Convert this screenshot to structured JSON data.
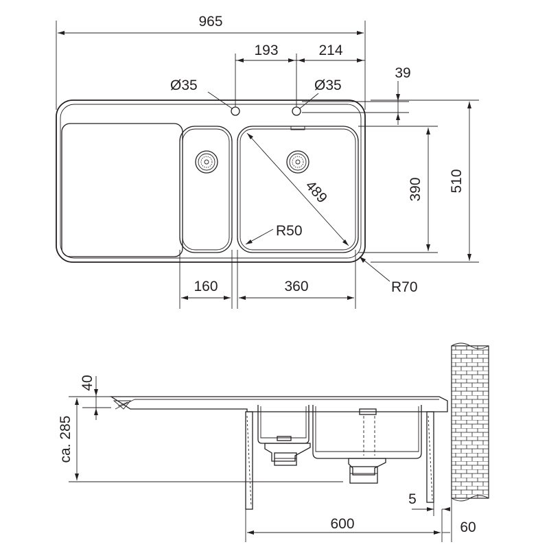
{
  "top_view": {
    "overall_width": "965",
    "tap_hole_left_offset": "193",
    "tap_hole_right_offset": "214",
    "tap_hole_left_diameter": "Ø35",
    "tap_hole_right_diameter": "Ø35",
    "tap_hole_depth": "39",
    "bowl_depth": "390",
    "overall_depth": "510",
    "bowl_diagonal": "489",
    "bowl_corner_radius": "R50",
    "outer_corner_radius": "R70",
    "small_bowl_width": "160",
    "large_bowl_width": "360"
  },
  "side_view": {
    "rim_height": "40",
    "bowl_height": "ca. 285",
    "cabinet_depth": "600",
    "wall_gap": "5",
    "wall_thickness": "60"
  }
}
